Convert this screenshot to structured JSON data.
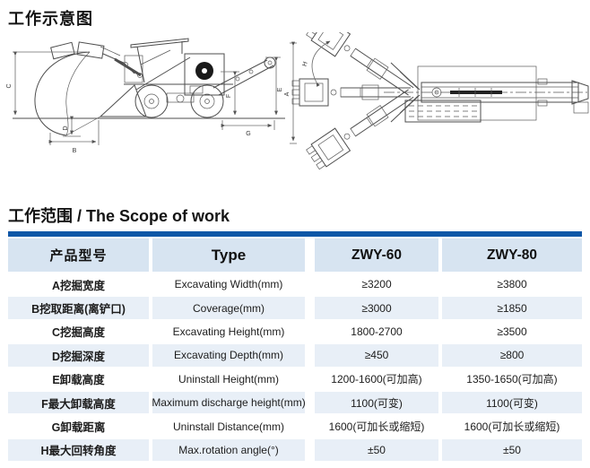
{
  "page": {
    "diagram_title": "工作示意图",
    "section_title_zh": "工作范围",
    "section_title_en": "/ The Scope of work"
  },
  "diagram": {
    "labels": {
      "A": "A",
      "B": "B",
      "C": "C",
      "D": "D",
      "E": "E",
      "F": "F",
      "G": "G",
      "H": "H"
    }
  },
  "table": {
    "headers": [
      "产品型号",
      "Type",
      "ZWY-60",
      "ZWY-80"
    ],
    "rows": [
      {
        "zh": "A挖掘宽度",
        "en": "Excavating Width(mm)",
        "zwy60": "≥3200",
        "zwy80": "≥3800"
      },
      {
        "zh": "B挖取距离(离铲口)",
        "en": "Coverage(mm)",
        "zwy60": "≥3000",
        "zwy80": "≥1850"
      },
      {
        "zh": "C挖掘高度",
        "en": "Excavating Height(mm)",
        "zwy60": "1800-2700",
        "zwy80": "≥3500"
      },
      {
        "zh": "D挖掘深度",
        "en": "Excavating Depth(mm)",
        "zwy60": "≥450",
        "zwy80": "≥800"
      },
      {
        "zh": "E卸载高度",
        "en": "Uninstall Height(mm)",
        "zwy60": "1200-1600(可加高)",
        "zwy80": "1350-1650(可加高)"
      },
      {
        "zh": "F最大卸载高度",
        "en": "Maximum discharge height(mm)",
        "zwy60": "1100(可变)",
        "zwy80": "1100(可变)"
      },
      {
        "zh": "G卸载距离",
        "en": "Uninstall Distance(mm)",
        "zwy60": "1600(可加长或缩短)",
        "zwy80": "1600(可加长或缩短)"
      },
      {
        "zh": "H最大回转角度",
        "en": "Max.rotation angle(°)",
        "zwy60": "±50",
        "zwy80": "±50"
      }
    ]
  },
  "colors": {
    "accent_blue": "#0d57a7",
    "header_bg": "#d7e4f1",
    "row_alt_bg": "#e8eff7"
  }
}
